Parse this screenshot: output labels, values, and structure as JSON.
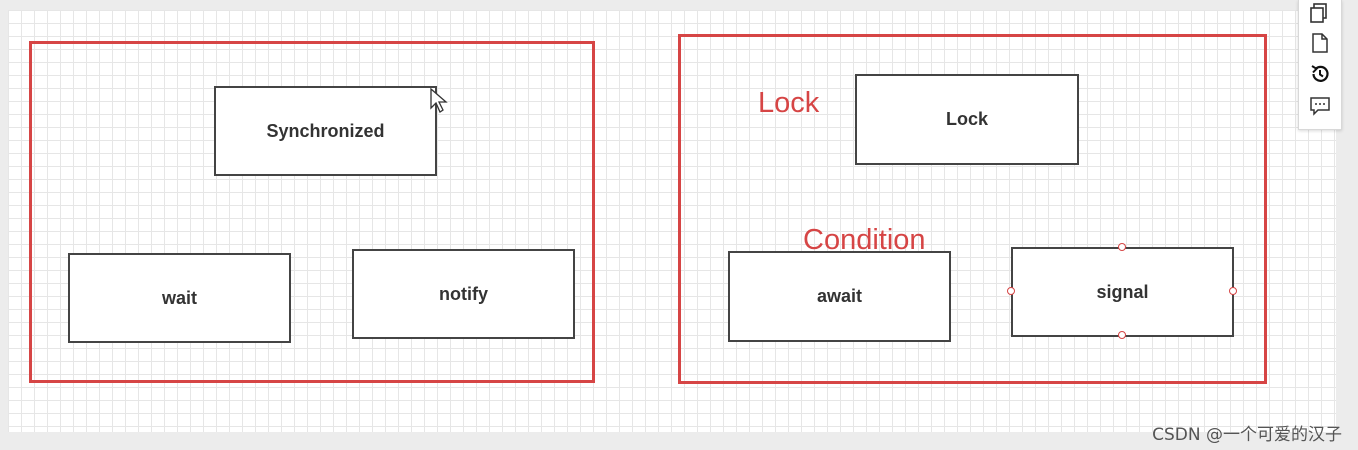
{
  "diagram": {
    "left_group": {
      "boxes": {
        "synchronized": "Synchronized",
        "wait": "wait",
        "notify": "notify"
      }
    },
    "right_group": {
      "labels": {
        "lock": "Lock",
        "condition": "Condition"
      },
      "boxes": {
        "lock": "Lock",
        "await": "await",
        "signal": "signal"
      }
    }
  },
  "toolbar": {
    "icons": [
      "copy-icon",
      "page-icon",
      "history-icon",
      "comment-icon"
    ]
  },
  "watermark": "CSDN @一个可爱的汉子",
  "colors": {
    "accent_red": "#d64545",
    "box_border": "#444444",
    "grid": "#e6e6e6"
  }
}
